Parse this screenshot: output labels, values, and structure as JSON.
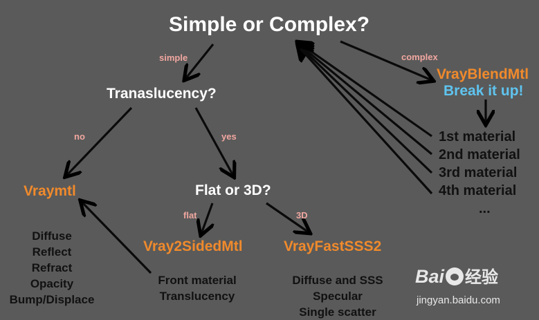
{
  "title": "Simple or Complex?",
  "edges": {
    "simple": "simple",
    "complex": "complex",
    "no": "no",
    "yes": "yes",
    "flat": "flat",
    "three_d": "3D"
  },
  "questions": {
    "translucency": "Tranaslucency?",
    "flat_or_3d": "Flat or 3D?"
  },
  "materials": {
    "vraymtl": "Vraymtl",
    "vray2sided": "Vray2SidedMtl",
    "vrayfastsss2": "VrayFastSSS2",
    "vrayblend": "VrayBlendMtl",
    "break_it_up": "Break it up!"
  },
  "vraymtl_props": [
    "Diffuse",
    "Reflect",
    "Refract",
    "Opacity",
    "Bump/Displace"
  ],
  "twosided_props": [
    "Front material",
    "Translucency"
  ],
  "fastsss_props": [
    "Diffuse and SSS",
    "Specular",
    "Single scatter"
  ],
  "blend_list": [
    "1st material",
    "2nd material",
    "3rd material",
    "4th material",
    "..."
  ],
  "watermark": {
    "logo": "Bai",
    "logo_suffix": "经验",
    "url": "jingyan.baidu.com"
  },
  "colors": {
    "background": "#5a5a5a",
    "white_text": "#ffffff",
    "orange": "#f08a2c",
    "blue": "#5fc4ef",
    "edge_label": "#f1a7a0",
    "dark_text": "#111111"
  }
}
